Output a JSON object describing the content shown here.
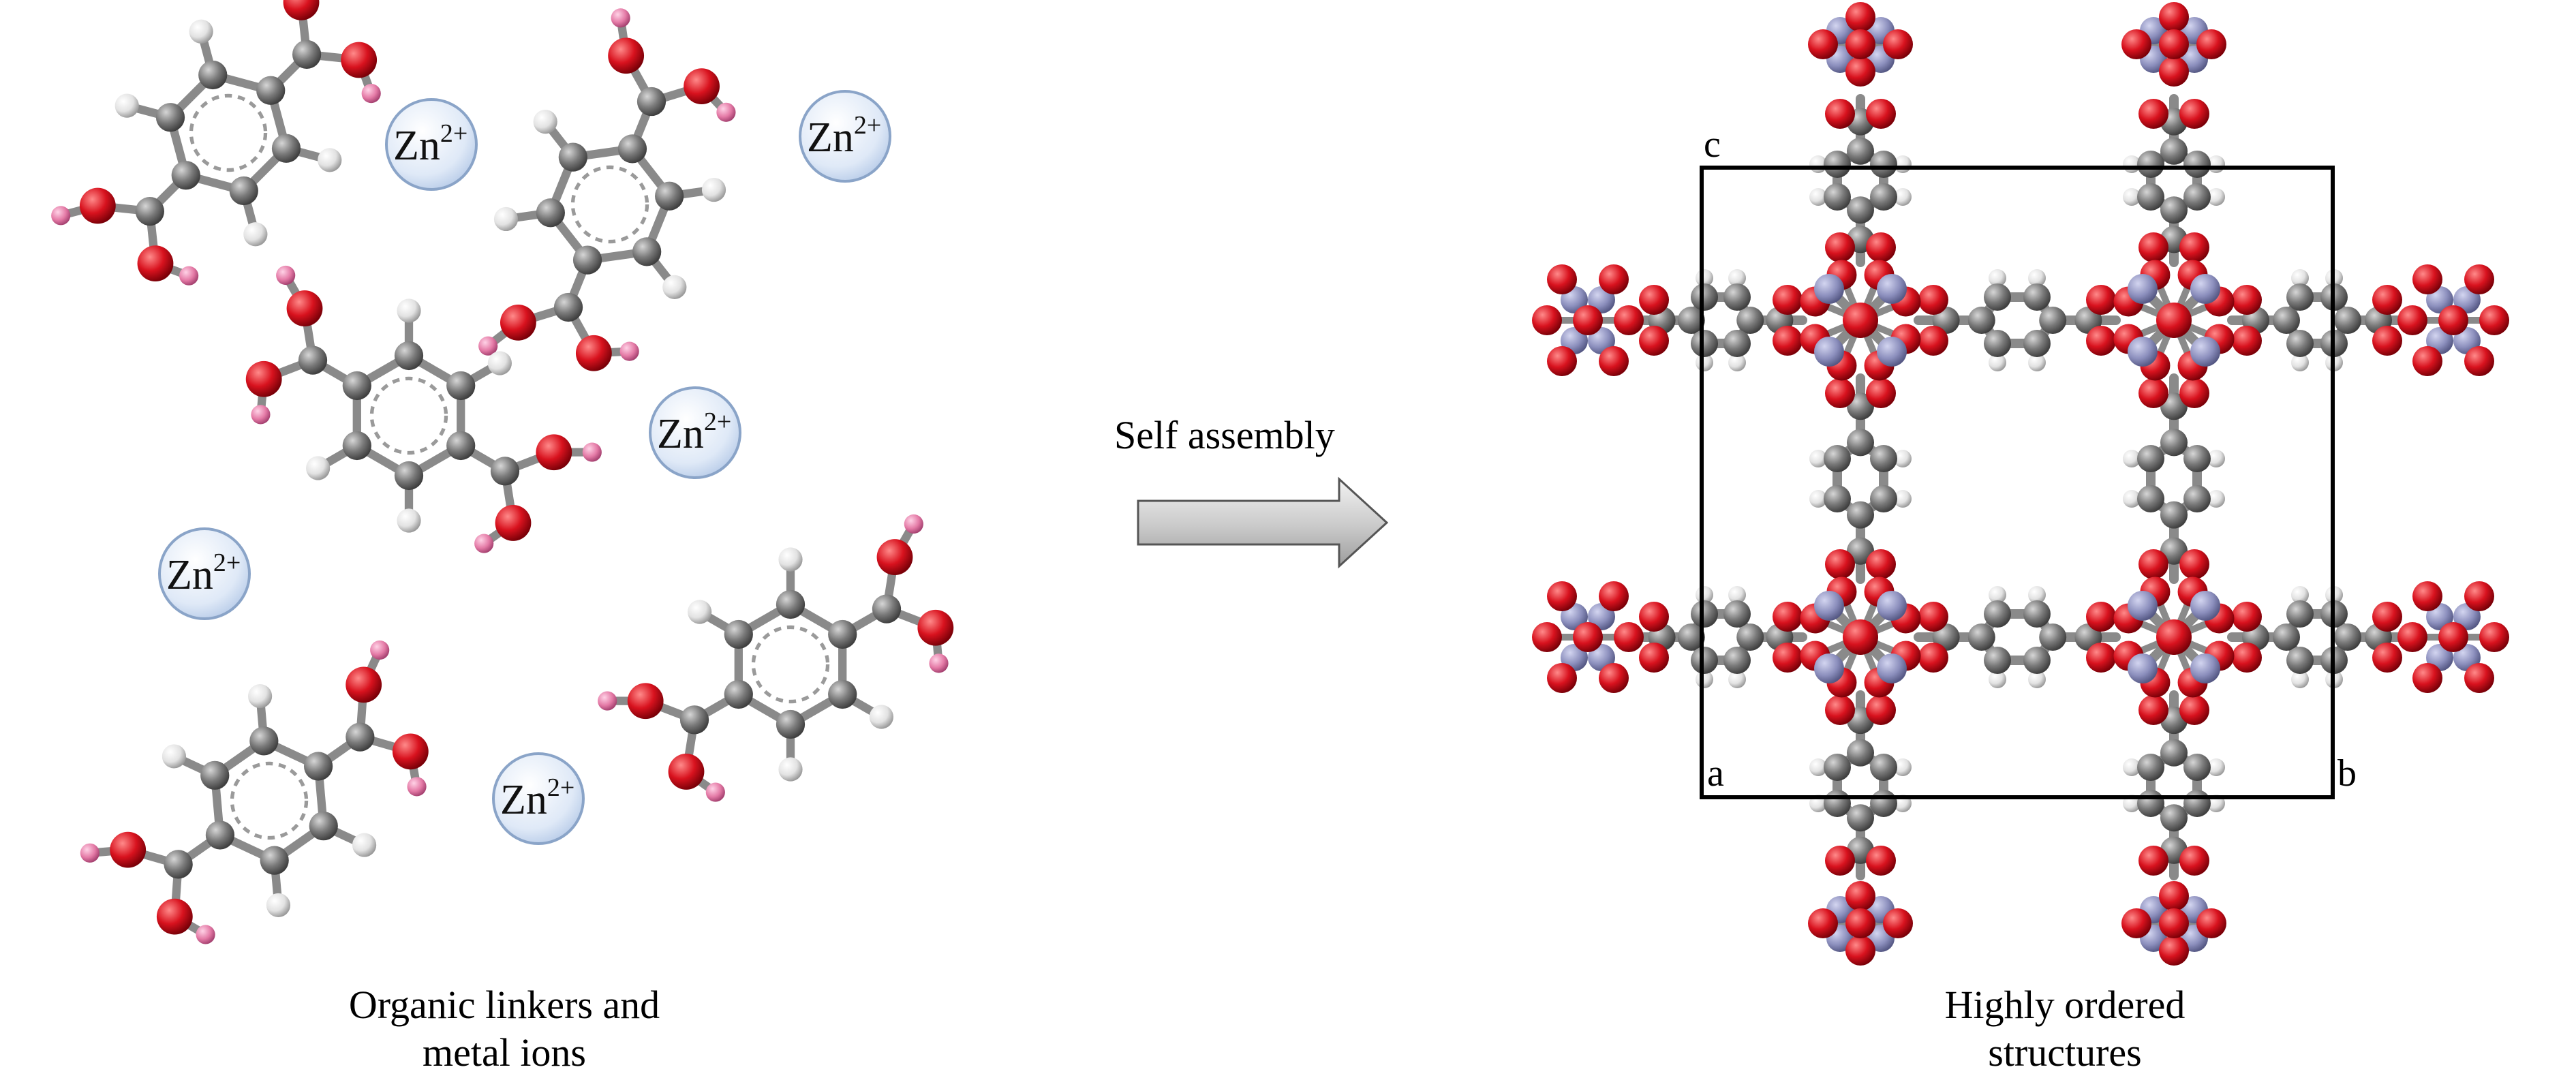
{
  "left_panel": {
    "caption_line1": "Organic linkers and",
    "caption_line2": "metal ions",
    "ion_symbol": "Zn",
    "ion_charge": "2+"
  },
  "arrow": {
    "label": "Self assembly"
  },
  "right_panel": {
    "caption_line1": "Highly ordered",
    "caption_line2": "structures",
    "axis_labels": {
      "c": "c",
      "a": "a",
      "b": "b"
    }
  },
  "colors": {
    "carbon": "#6f6f6f",
    "oxygen": "#d8121e",
    "hydrogen": "#e2e2e2",
    "acid_hydrogen": "#e47aa6",
    "zinc": "#8c8fbd",
    "ion_fill": "#dfe9f7",
    "ion_stroke": "#8aa4c8",
    "arrow_fill": "#c9c9c9"
  }
}
